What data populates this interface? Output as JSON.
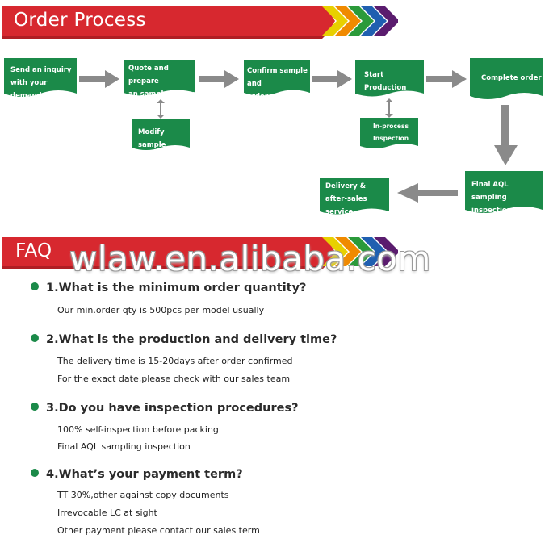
{
  "order_banner": {
    "title": "Order Process"
  },
  "faq_banner": {
    "title": "FAQ"
  },
  "colors": {
    "banner_red": "#d7282f",
    "box_green": "#1b8a49",
    "arrow_gray": "#8a8a8a",
    "bullet_green": "#1b8a49"
  },
  "process": {
    "send_inquiry": [
      "Send an inquiry",
      "with your demand"
    ],
    "quote": [
      "Quote and prepare",
      "an sample to you"
    ],
    "modify": [
      "Modify sample"
    ],
    "confirm": [
      "Confirm sample and",
      "order"
    ],
    "start": [
      "Start Production"
    ],
    "inprocess": [
      "In-process",
      "Inspection"
    ],
    "complete": [
      "Complete order"
    ],
    "final_aql": [
      "Final AQL sampling",
      "inspection"
    ],
    "delivery": [
      "Delivery &",
      "after-sales service"
    ]
  },
  "watermark": "wlaw.en.alibaba.com",
  "faq": [
    {
      "question": "1.What is the minimum order quantity?",
      "answers": [
        "Our min.order qty is 500pcs per model usually"
      ]
    },
    {
      "question": "2.What is the production and delivery time?",
      "answers": [
        "The delivery time is 15-20days after order confirmed",
        "For the exact date,please check with our sales team"
      ]
    },
    {
      "question": "3.Do you have inspection procedures?",
      "answers": [
        "100% self-inspection before packing",
        "Final AQL sampling inspection"
      ]
    },
    {
      "question": "4.What’s your payment term?",
      "answers": [
        "TT 30%,other against copy documents",
        "Irrevocable LC at sight",
        "Other payment please contact our sales term"
      ]
    }
  ]
}
